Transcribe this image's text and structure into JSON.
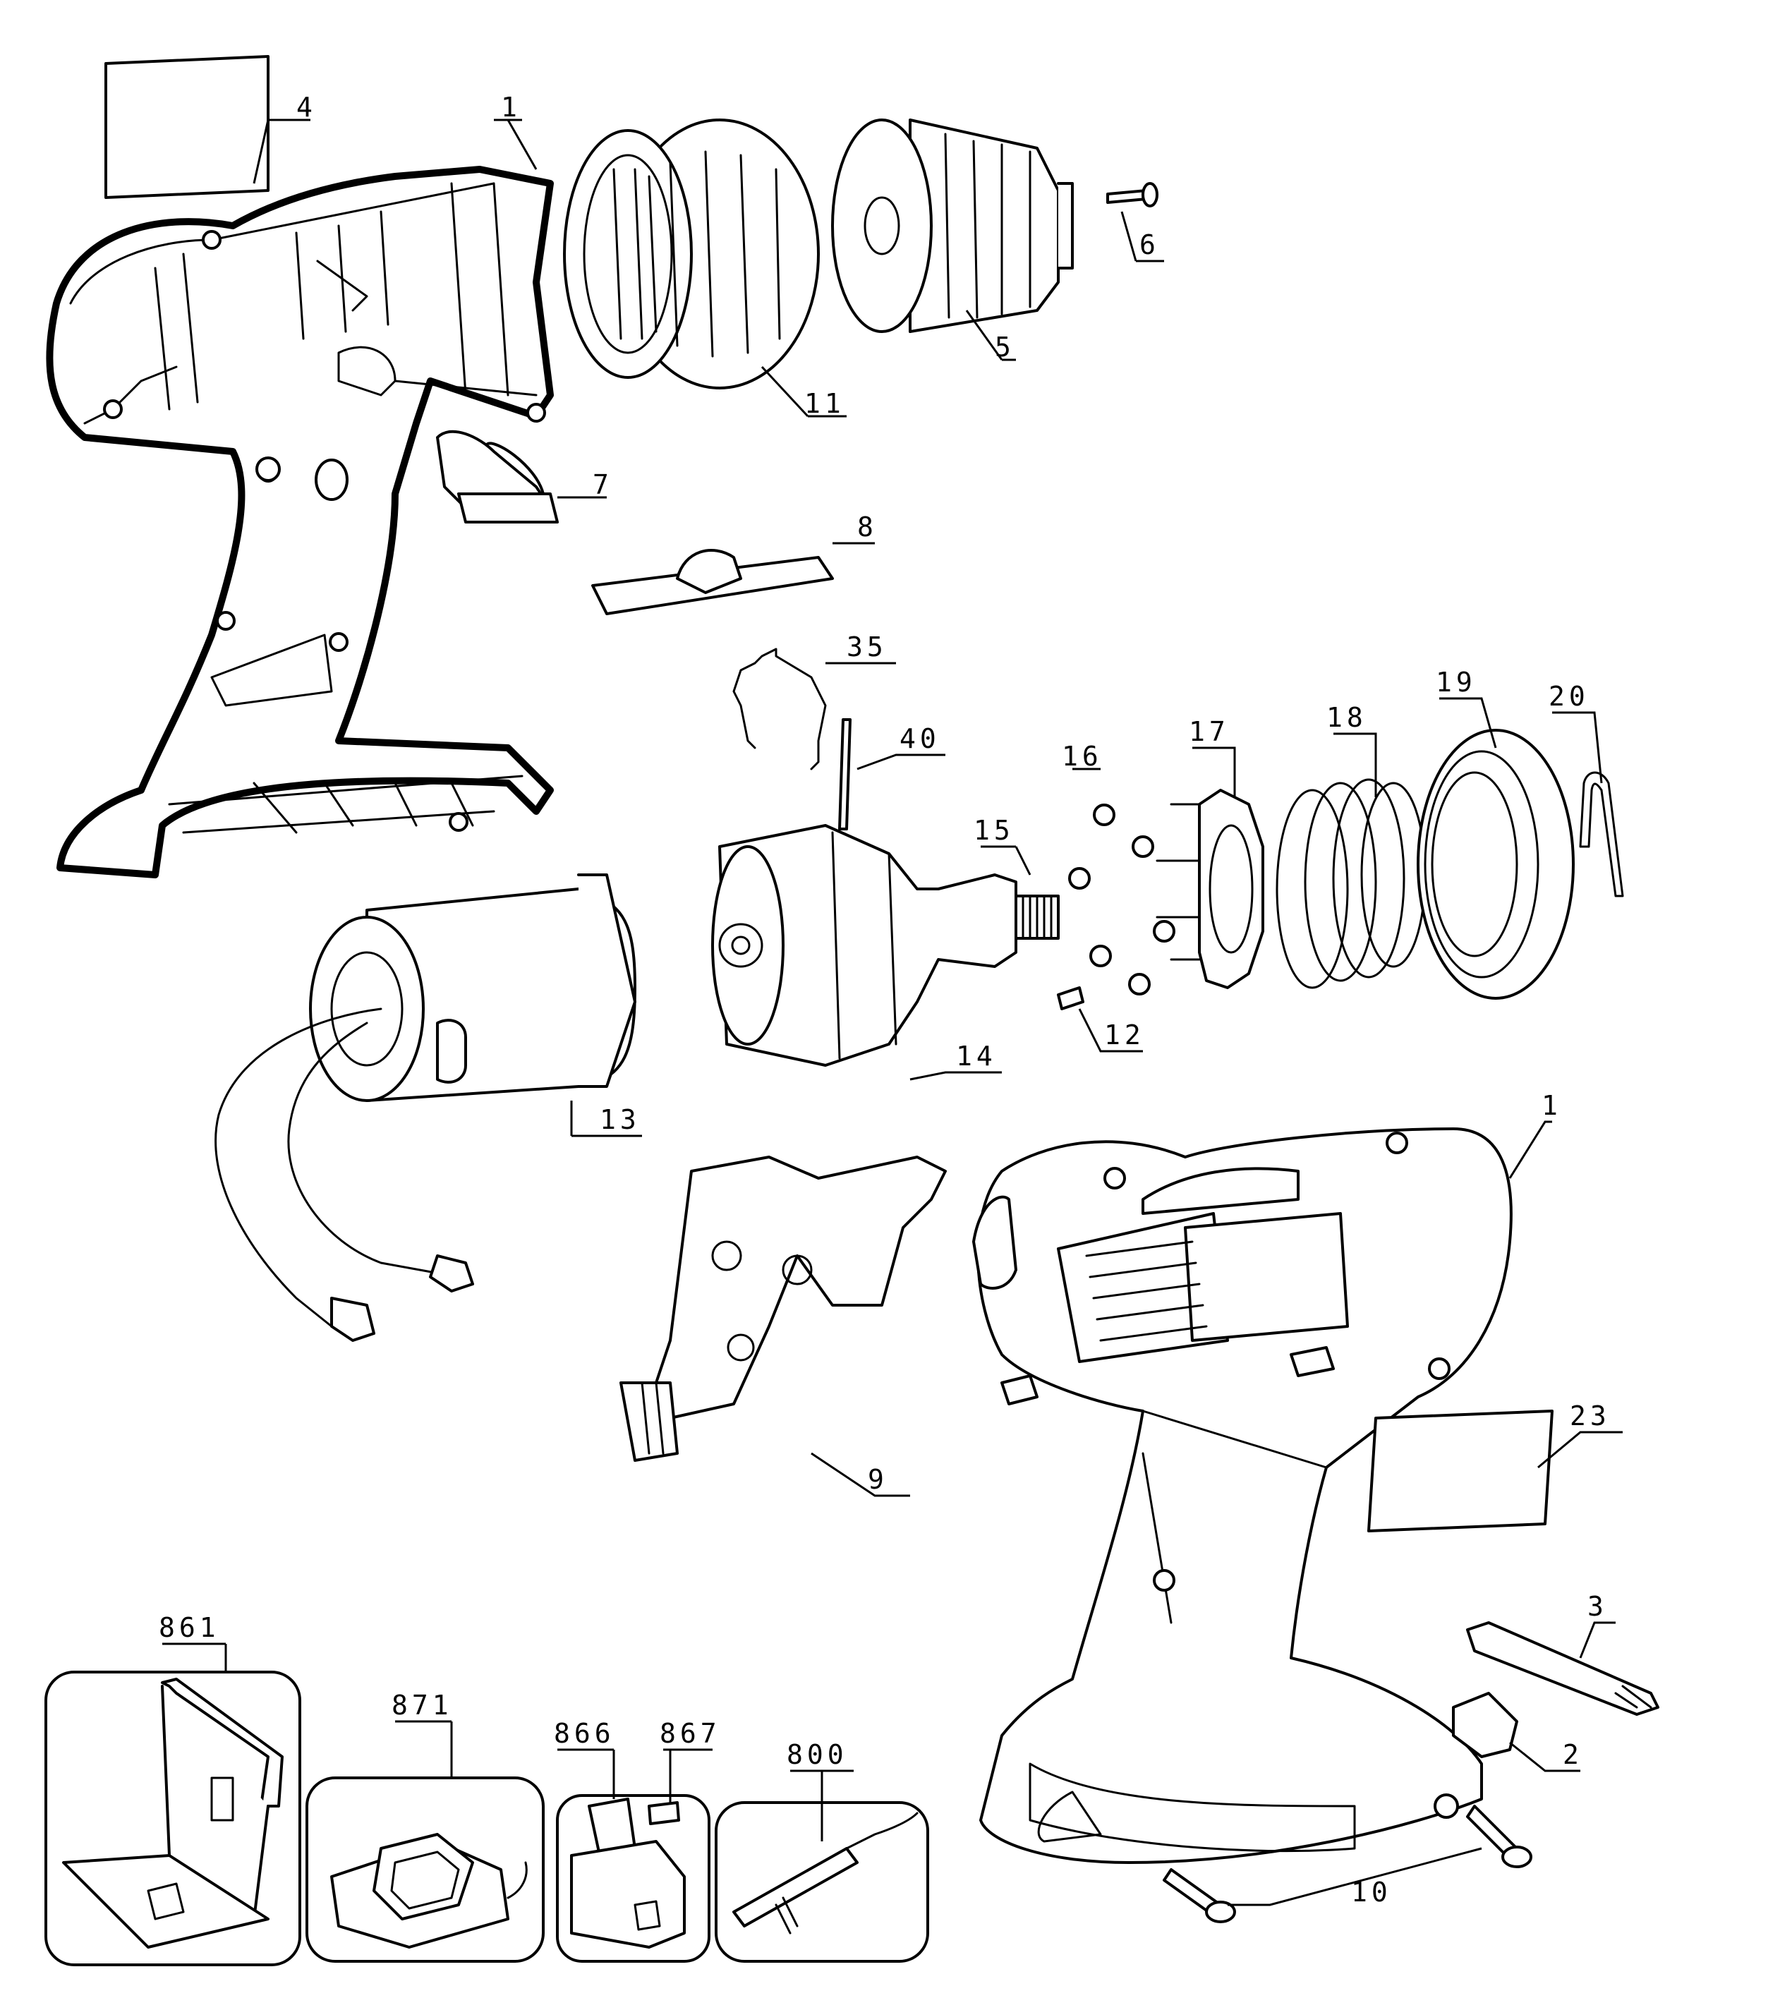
{
  "labels": {
    "p1_top": "1",
    "p4": "4",
    "p11": "11",
    "p5": "5",
    "p6": "6",
    "p7": "7",
    "p8": "8",
    "p35": "35",
    "p40": "40",
    "p15": "15",
    "p16": "16",
    "p17": "17",
    "p18": "18",
    "p19": "19",
    "p20": "20",
    "p13": "13",
    "p14": "14",
    "p12": "12",
    "p1_right": "1",
    "p9": "9",
    "p23": "23",
    "p3": "3",
    "p2": "2",
    "p10": "10",
    "p861": "861",
    "p871": "871",
    "p866": "866",
    "p867": "867",
    "p800": "800"
  }
}
